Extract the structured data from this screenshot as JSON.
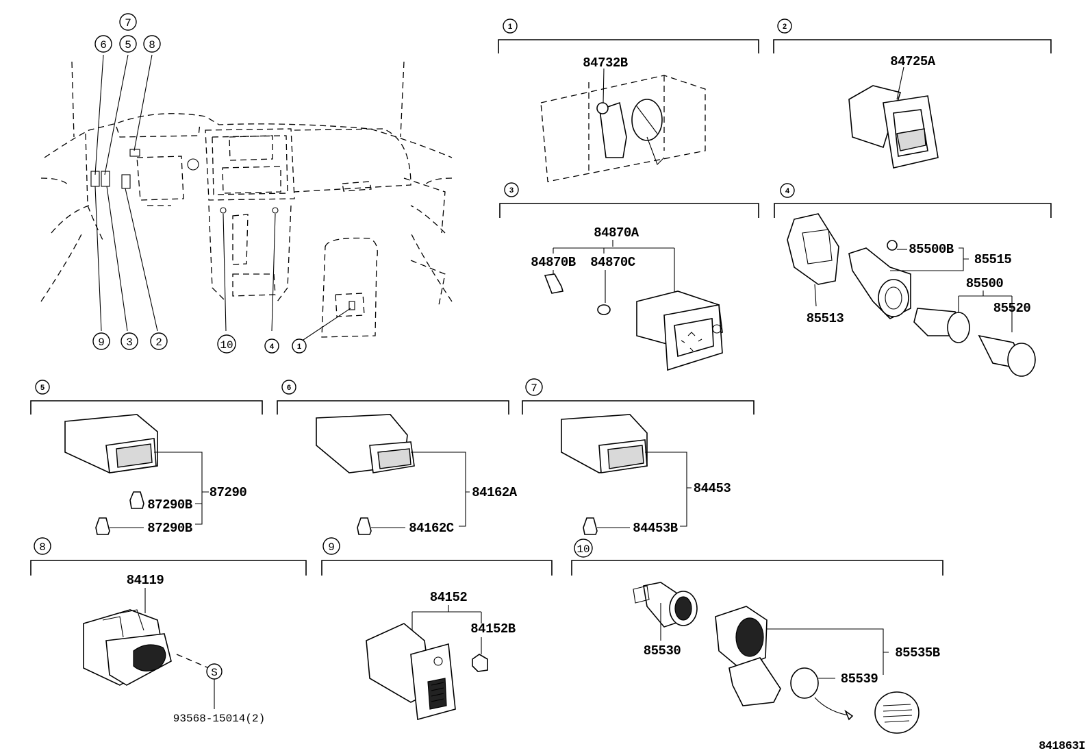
{
  "diagram_id": "841863I",
  "overview_callouts": [
    "7",
    "6",
    "5",
    "8",
    "9",
    "3",
    "2",
    "10",
    "4",
    "1"
  ],
  "sections": [
    {
      "num": "1",
      "parts": [
        "84732B"
      ]
    },
    {
      "num": "2",
      "parts": [
        "84725A"
      ]
    },
    {
      "num": "3",
      "parts": [
        "84870A",
        "84870B",
        "84870C"
      ]
    },
    {
      "num": "4",
      "parts": [
        "85500B",
        "85515",
        "85500",
        "85513",
        "85520"
      ]
    },
    {
      "num": "5",
      "parts": [
        "87290",
        "87290B",
        "87290B"
      ]
    },
    {
      "num": "6",
      "parts": [
        "84162A",
        "84162C"
      ]
    },
    {
      "num": "7",
      "parts": [
        "84453",
        "84453B"
      ]
    },
    {
      "num": "8",
      "parts": [
        "84119",
        "93568-15014(2)"
      ],
      "symbol": "S"
    },
    {
      "num": "9",
      "parts": [
        "84152",
        "84152B"
      ]
    },
    {
      "num": "10",
      "parts": [
        "85530",
        "85535B",
        "85539"
      ]
    }
  ]
}
